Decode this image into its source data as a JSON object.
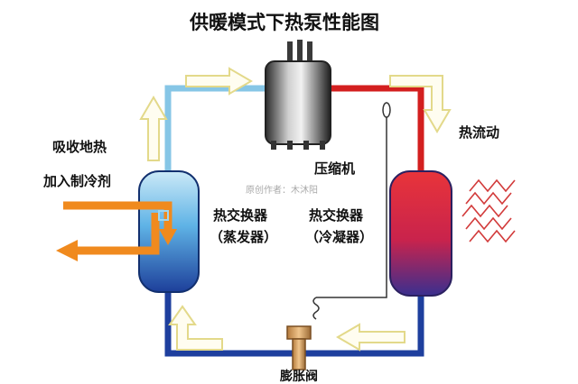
{
  "title": "供暖模式下热泵性能图",
  "left_labels": {
    "line1": "吸收地热",
    "line2": "加入制冷剂"
  },
  "compressor_label": "压缩机",
  "watermark": "原创作者：木沐阳",
  "evaporator": {
    "line1": "热交换器",
    "line2": "（蒸发器）"
  },
  "condenser": {
    "line1": "热交换器",
    "line2": "（冷凝器）"
  },
  "heat_flow_label": "热流动",
  "valve_label": "膨胀阀",
  "colors": {
    "cold_pipe": "#1e3f9e",
    "hot_pipe": "#d31f1f",
    "suction_pipe": "#86c6e6",
    "ground_heat_arrow": "#f08a1e",
    "flow_arrow_outline": "#efe8a0",
    "heat_wave": "#d23a3a"
  }
}
